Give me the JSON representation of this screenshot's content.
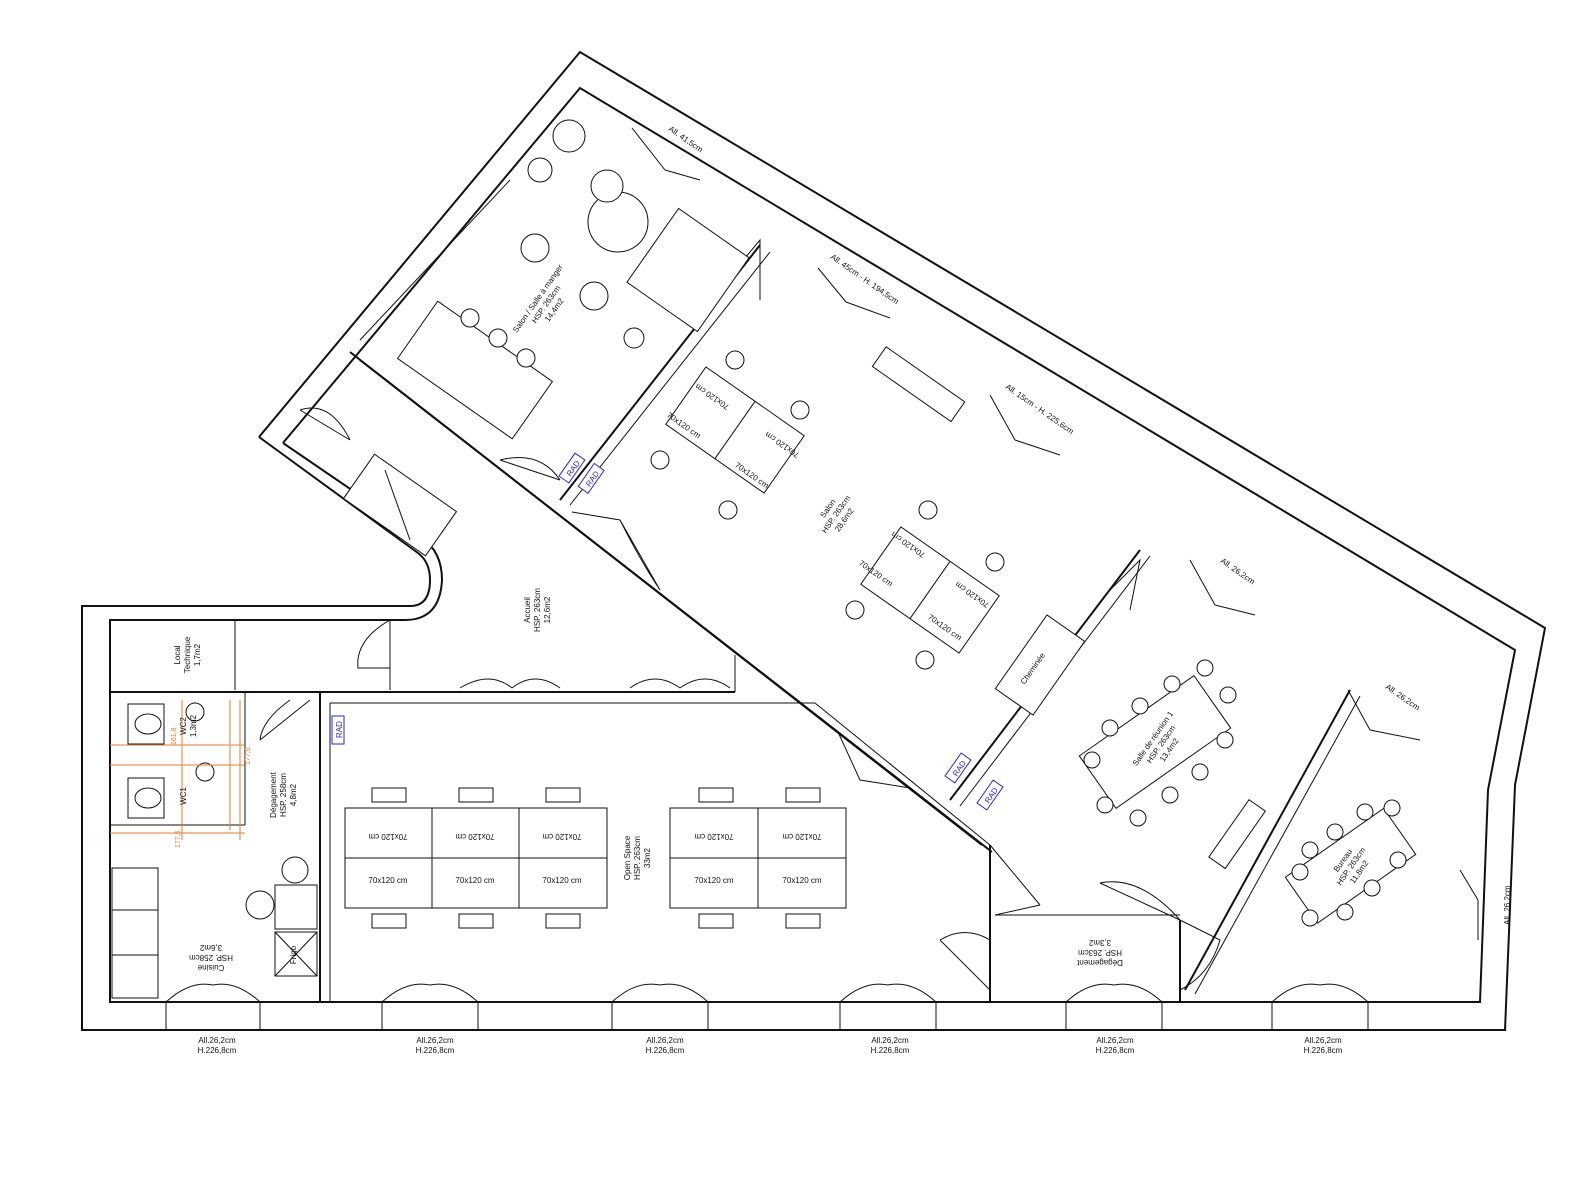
{
  "rooms": {
    "salon_salle": {
      "name": "Salon / Salle à manger",
      "hsp": "HSP. 263cm",
      "area": "14,4m2"
    },
    "salon": {
      "name": "Salon",
      "hsp": "HSP. 263cm",
      "area": "28,6m2"
    },
    "accueil": {
      "name": "Accueil",
      "hsp": "HSP. 263cm",
      "area": "12,6m2"
    },
    "local": {
      "name": "Local",
      "sub": "Technique",
      "area": "1,7m2"
    },
    "wc2": {
      "name": "WC2",
      "area": "1,3m2"
    },
    "wc1": {
      "name": "WC1"
    },
    "degagement_left": {
      "name": "Dégagement",
      "hsp": "HSP. 258cm",
      "area": "4,8m2"
    },
    "cuisine": {
      "name": "Cuisine",
      "hsp": "HSP. 258cm",
      "area": "3,6m2"
    },
    "open_space": {
      "name": "Open Space",
      "hsp": "HSP. 263cm",
      "area": "33m2"
    },
    "salle_reunion": {
      "name": "Salle de réunion 1",
      "hsp": "HSP. 263cm",
      "area": "13,4m2"
    },
    "bureau": {
      "name": "Bureau",
      "hsp": "HSP. 263cm",
      "area": "11,8m2"
    },
    "degagement_right": {
      "name": "Dégagement",
      "hsp": "HSP. 263cm",
      "area": "3,3m2"
    },
    "cheminee": {
      "name": "Cheminée"
    }
  },
  "desk_label": "70x120 cm",
  "radiator_label": "RAD",
  "frigo_label": "Frigo",
  "dimensions": {
    "bottom_all": "All.26,2cm",
    "bottom_h": "H.226,8cm",
    "top_1": "All. 41,5cm",
    "top_2": "All. 45cm - H. 194,5cm",
    "top_3": "All. 15cm - H. 225,6cm",
    "top_4": "All. 26,2cm",
    "top_5": "All. 26,2cm",
    "right_1": "All. 26,2cm"
  },
  "wc_dims": {
    "d1": "161,8",
    "d2": "177,5",
    "d3": "177,5"
  },
  "colors": {
    "line": "#111111",
    "radiator": "#2a2ad8",
    "plumbing": "#f07a2a"
  }
}
